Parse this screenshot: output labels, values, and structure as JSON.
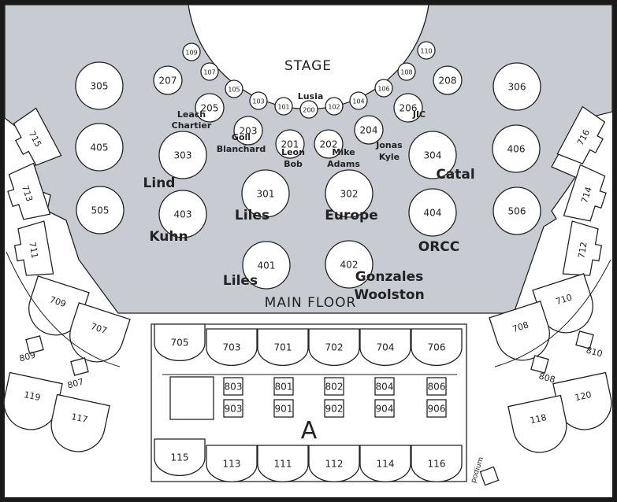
{
  "areas": {
    "stage": "STAGE",
    "main_floor": "MAIN FLOOR",
    "section_a": "A",
    "podium": "podium"
  },
  "circle_tables": [
    {
      "label": "109",
      "size": "s"
    },
    {
      "label": "110",
      "size": "s"
    },
    {
      "label": "107",
      "size": "s"
    },
    {
      "label": "108",
      "size": "s"
    },
    {
      "label": "105",
      "size": "s"
    },
    {
      "label": "106",
      "size": "s"
    },
    {
      "label": "103",
      "size": "s"
    },
    {
      "label": "104",
      "size": "s"
    },
    {
      "label": "101",
      "size": "s"
    },
    {
      "label": "102",
      "size": "s"
    },
    {
      "label": "200",
      "size": "s"
    },
    {
      "label": "207",
      "size": "m"
    },
    {
      "label": "208",
      "size": "m"
    },
    {
      "label": "205",
      "size": "m"
    },
    {
      "label": "206",
      "size": "m"
    },
    {
      "label": "203",
      "size": "m"
    },
    {
      "label": "204",
      "size": "m"
    },
    {
      "label": "201",
      "size": "m"
    },
    {
      "label": "202",
      "size": "m"
    },
    {
      "label": "305",
      "size": "l"
    },
    {
      "label": "306",
      "size": "l"
    },
    {
      "label": "405",
      "size": "l"
    },
    {
      "label": "406",
      "size": "l"
    },
    {
      "label": "505",
      "size": "l"
    },
    {
      "label": "506",
      "size": "l"
    },
    {
      "label": "303",
      "size": "l"
    },
    {
      "label": "304",
      "size": "l"
    },
    {
      "label": "301",
      "size": "l"
    },
    {
      "label": "302",
      "size": "l"
    },
    {
      "label": "403",
      "size": "l"
    },
    {
      "label": "404",
      "size": "l"
    },
    {
      "label": "401",
      "size": "l"
    },
    {
      "label": "402",
      "size": "l"
    }
  ],
  "names": [
    {
      "text": "Lusia",
      "size": "sm"
    },
    {
      "text": "Leach",
      "size": "sm"
    },
    {
      "text": "Chartier",
      "size": "sm"
    },
    {
      "text": "JIC",
      "size": "sm"
    },
    {
      "text": "Goll",
      "size": "sm"
    },
    {
      "text": "Blanchard",
      "size": "sm"
    },
    {
      "text": "Leon",
      "size": "sm"
    },
    {
      "text": "Bob",
      "size": "sm"
    },
    {
      "text": "Mike",
      "size": "sm"
    },
    {
      "text": "Adams",
      "size": "sm"
    },
    {
      "text": "Jonas",
      "size": "sm"
    },
    {
      "text": "Kyle",
      "size": "sm"
    },
    {
      "text": "Lind",
      "size": "big"
    },
    {
      "text": "Catal",
      "size": "big"
    },
    {
      "text": "Liles",
      "size": "big"
    },
    {
      "text": "Europe",
      "size": "big"
    },
    {
      "text": "Kuhn",
      "size": "big"
    },
    {
      "text": "ORCC",
      "size": "big"
    },
    {
      "text": "Liles",
      "size": "big"
    },
    {
      "text": "Gonzales",
      "size": "big"
    },
    {
      "text": "Woolston",
      "size": "big"
    }
  ],
  "side_booths": [
    "715",
    "716",
    "713",
    "714",
    "711",
    "712"
  ],
  "curved_booths": [
    "709",
    "707",
    "710",
    "708",
    "119",
    "117",
    "120",
    "118"
  ],
  "front_booths": [
    "705",
    "703",
    "701",
    "702",
    "704",
    "706"
  ],
  "back_booths": [
    "115",
    "113",
    "111",
    "112",
    "114",
    "116"
  ],
  "square_tables": [
    "809",
    "807",
    "810",
    "808"
  ],
  "boxes_top": [
    "803",
    "801",
    "802",
    "804",
    "806"
  ],
  "boxes_bottom": [
    "903",
    "901",
    "902",
    "904",
    "906"
  ],
  "colors": {
    "floor": "#c8ccd2",
    "outline": "#222222",
    "frame": "#1a1a1a"
  }
}
